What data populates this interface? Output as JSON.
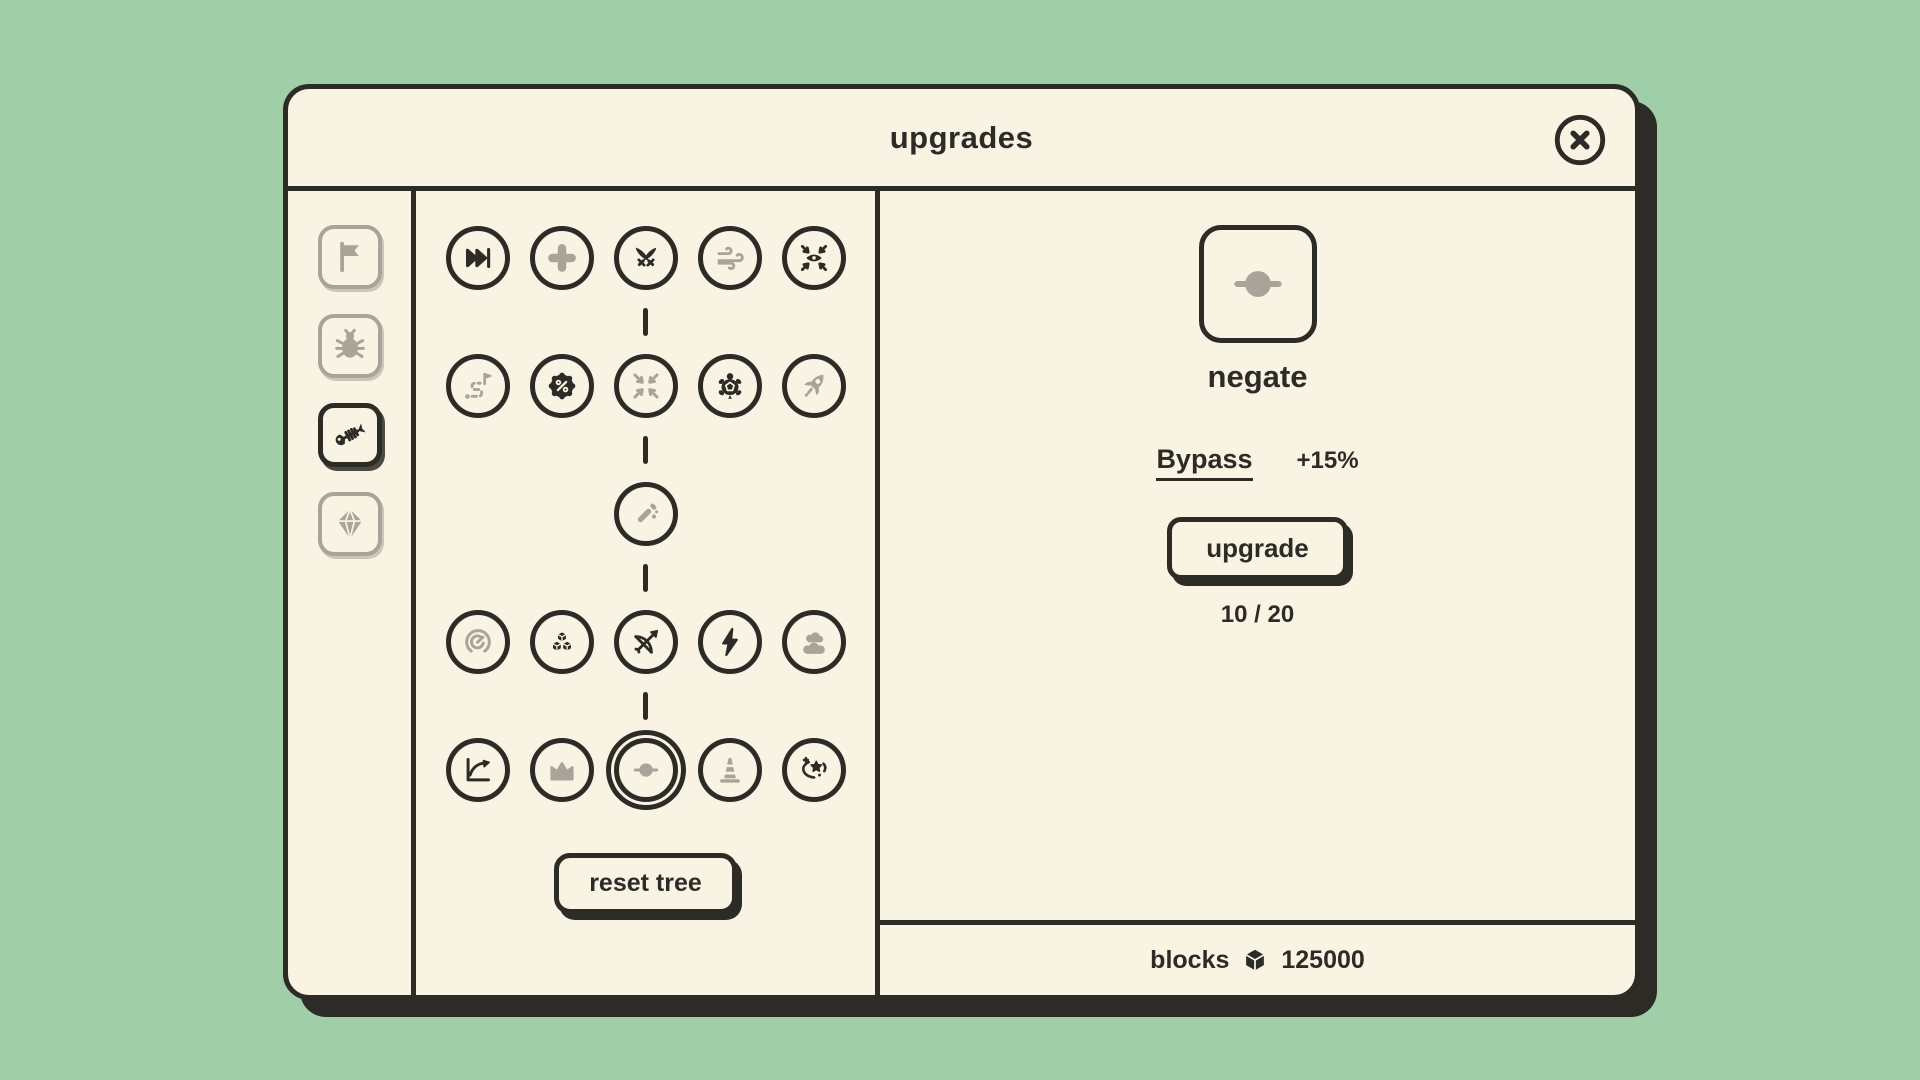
{
  "window": {
    "title": "upgrades"
  },
  "colors": {
    "background": "#a0cea9",
    "surface": "#f9f3e4",
    "ink": "#2d2b26",
    "muted": "#a9a49a"
  },
  "header": {
    "close_icon": "close-icon"
  },
  "sidebar": {
    "tabs": [
      {
        "id": "flag",
        "icon": "flag-icon",
        "active": false
      },
      {
        "id": "bug",
        "icon": "bug-icon",
        "active": false
      },
      {
        "id": "fish-skeleton",
        "icon": "fish-skeleton-icon",
        "active": true
      },
      {
        "id": "gem",
        "icon": "gem-icon",
        "active": false
      }
    ]
  },
  "tree": {
    "reset_label": "reset tree",
    "rows": [
      {
        "nodes": [
          {
            "icon": "skip-forward-icon",
            "tone": "ink"
          },
          {
            "icon": "puzzle-plus-icon",
            "tone": "muted"
          },
          {
            "icon": "crossed-swords-icon",
            "tone": "ink"
          },
          {
            "icon": "wind-icon",
            "tone": "muted"
          },
          {
            "icon": "eye-focus-icon",
            "tone": "ink"
          }
        ]
      },
      {
        "nodes": [
          {
            "icon": "winding-path-icon",
            "tone": "muted"
          },
          {
            "icon": "percent-badge-icon",
            "tone": "ink"
          },
          {
            "icon": "compress-arrows-icon",
            "tone": "muted"
          },
          {
            "icon": "turtle-icon",
            "tone": "ink"
          },
          {
            "icon": "rocket-icon",
            "tone": "muted"
          }
        ]
      },
      {
        "nodes": [
          null,
          null,
          {
            "icon": "test-tube-icon",
            "tone": "muted"
          },
          null,
          null
        ]
      },
      {
        "nodes": [
          {
            "icon": "gauge-icon",
            "tone": "muted"
          },
          {
            "icon": "cubes-icon",
            "tone": "ink"
          },
          {
            "icon": "bow-arrow-icon",
            "tone": "ink"
          },
          {
            "icon": "lightning-icon",
            "tone": "ink"
          },
          {
            "icon": "clouds-icon",
            "tone": "muted"
          }
        ]
      },
      {
        "nodes": [
          {
            "icon": "chart-up-icon",
            "tone": "ink"
          },
          {
            "icon": "crown-icon",
            "tone": "muted"
          },
          {
            "icon": "negate-icon",
            "tone": "muted",
            "selected": true
          },
          {
            "icon": "cone-icon",
            "tone": "muted"
          },
          {
            "icon": "shooting-star-icon",
            "tone": "ink"
          }
        ]
      }
    ],
    "connectors": [
      {
        "col": 2,
        "after_row": 0
      },
      {
        "col": 2,
        "after_row": 1
      },
      {
        "col": 2,
        "after_row": 2
      },
      {
        "col": 2,
        "after_row": 3
      }
    ]
  },
  "detail": {
    "icon": "negate-icon",
    "name": "negate",
    "stat": {
      "label": "Bypass",
      "value": "+15%"
    },
    "button_label": "upgrade",
    "level": "10 / 20"
  },
  "footer": {
    "label": "blocks",
    "icon": "cube-icon",
    "amount": "125000"
  }
}
